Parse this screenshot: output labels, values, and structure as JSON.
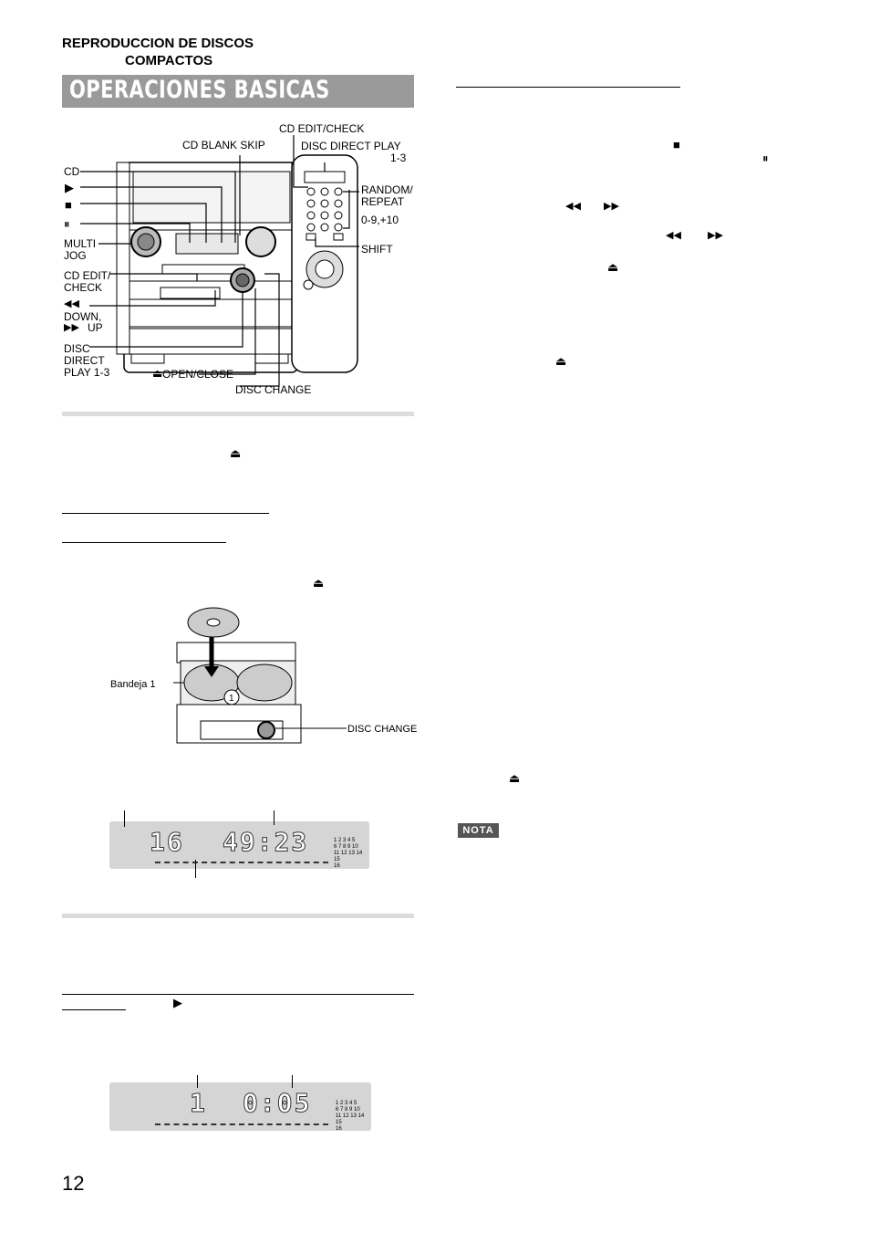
{
  "header": {
    "line1": "REPRODUCCION DE DISCOS",
    "line2": "COMPACTOS",
    "title": "OPERACIONES BASICAS"
  },
  "diagram_labels": {
    "cd_edit_check_top": "CD EDIT/CHECK",
    "cd_blank_skip": "CD BLANK SKIP",
    "disc_direct_play": "DISC DIRECT PLAY",
    "disc_direct_play_sub": "1-3",
    "cd": "CD",
    "random_repeat_1": "RANDOM/",
    "random_repeat_2": "REPEAT",
    "num_keys": "0-9,+10",
    "shift": "SHIFT",
    "multi_jog_1": "MULTI",
    "multi_jog_2": "JOG",
    "cd_edit_check_1": "CD EDIT/",
    "cd_edit_check_2": "CHECK",
    "down": "DOWN,",
    "up": "UP",
    "disc_direct_1": "DISC",
    "disc_direct_2": "DIRECT",
    "disc_direct_3": "PLAY 1-3",
    "open_close": "OPEN/CLOSE",
    "disc_change": "DISC CHANGE"
  },
  "loading_figure": {
    "tray_label": "Bandeja 1",
    "disc_change": "DISC CHANGE"
  },
  "display1": {
    "track": "16",
    "time": "49:23",
    "grid_rows": [
      "1 2 3 4 5",
      "6 7 8 9 10",
      "11 12 13 14 15",
      "16"
    ]
  },
  "display2": {
    "track": "1",
    "time": "0:05",
    "grid_rows": [
      "1 2 3 4 5",
      "6 7 8 9 10",
      "11 12 13 14 15",
      "16"
    ]
  },
  "note_badge": "NOTA",
  "page_number": "12",
  "glyphs": {
    "eject": "⏏",
    "play": "▶",
    "stop": "■",
    "pause": "⏸",
    "rew": "◀◀",
    "ff": "▶▶"
  }
}
